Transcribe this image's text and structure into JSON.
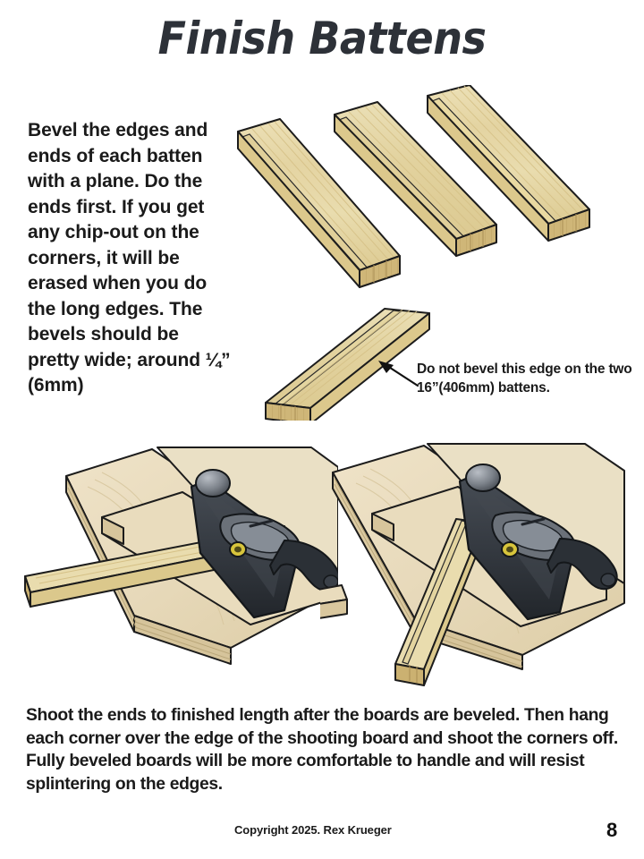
{
  "page": {
    "title": "Finish Battens",
    "background_color": "#ffffff",
    "title_color": "#2d3138",
    "text_color": "#1a1a1a"
  },
  "intro": {
    "text": "Bevel the edges and ends of each batten with a plane. Do the ends first. If you get any chip-out on the corners, it will be erased when you do the long edges. The bevels should be pretty wide; around ¼” (6mm)"
  },
  "callout": {
    "text": "Do not bevel this edge on the two 16”(406mm) battens.",
    "arrow": "arrow-pointing-up-left"
  },
  "outro": {
    "text": "Shoot the ends to finished length after the boards are beveled. Then hang each corner over the edge of the shooting board and shoot the corners off. Fully beveled boards will be more comfortable to handle and will resist splintering on the edges."
  },
  "footer": {
    "copyright": "Copyright 2025. Rex Krueger",
    "page_number": "8"
  },
  "illustrations": {
    "battens": {
      "caption": "Four beveled battens shown in oblique projection",
      "count": 4,
      "wood_face_color": "#e6d6a6",
      "wood_edge_color": "#d9c389",
      "wood_end_color": "#cbb171",
      "outline_color": "#1c1c1c"
    },
    "shooting_board_left": {
      "caption": "Shooting board with plane and batten, shooting the end square"
    },
    "shooting_board_right": {
      "caption": "Shooting board with batten hung over the corner to shoot the corner off"
    },
    "plane": {
      "body_color": "#33383f",
      "metal_color": "#6e747c",
      "adjuster_color": "#d8c53c"
    },
    "plywood": {
      "face_color": "#e9dcbe",
      "edge_color": "#d5c39c"
    }
  }
}
